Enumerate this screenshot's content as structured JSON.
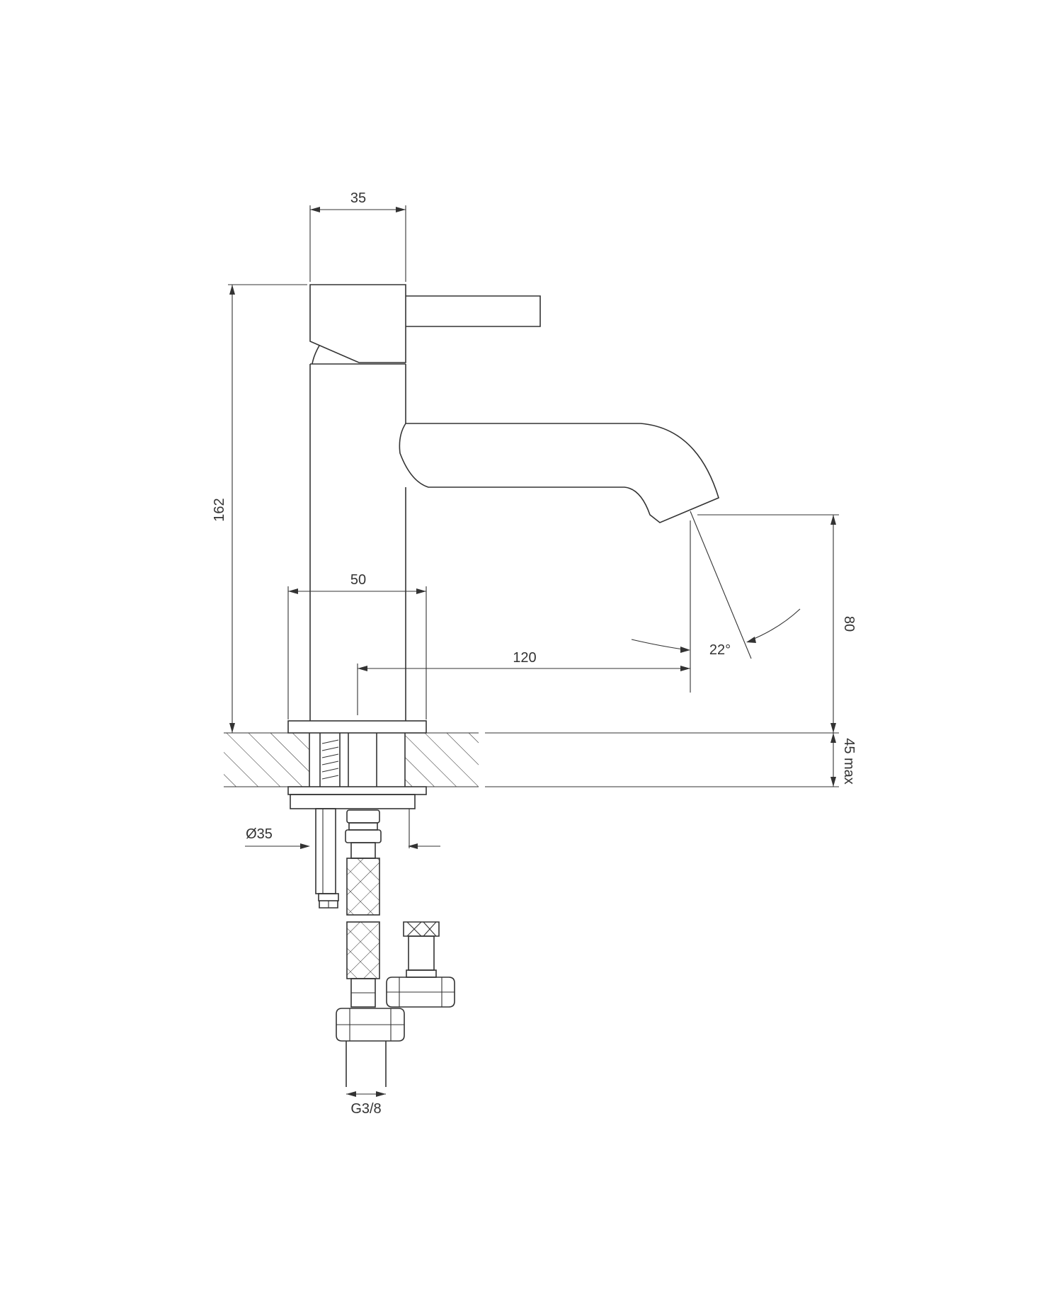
{
  "dimensions": {
    "body_width": "35",
    "total_height": "162",
    "base_width": "50",
    "reach": "120",
    "spout_height": "80",
    "spout_angle": "22°",
    "deck_thickness": "45 max",
    "shank_diameter": "Ø35",
    "connection_thread": "G3/8"
  }
}
